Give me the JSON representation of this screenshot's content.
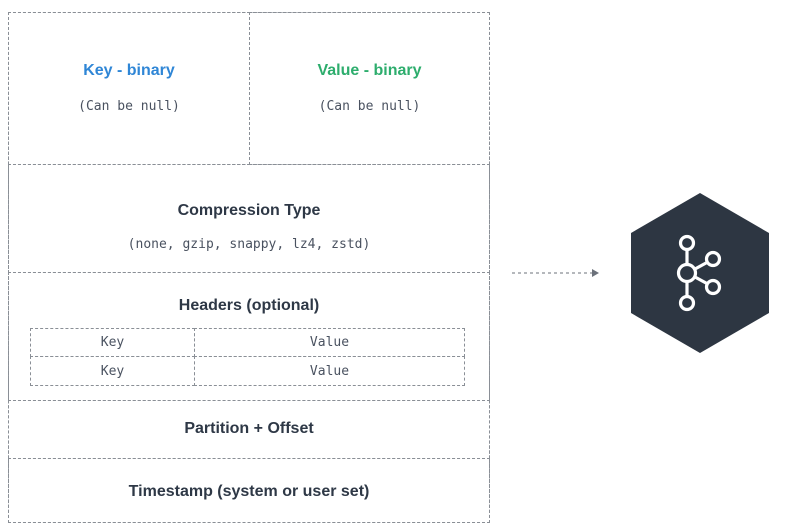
{
  "key_box": {
    "title": "Key - binary",
    "subtitle": "(Can be null)",
    "color": "#2f86d6"
  },
  "value_box": {
    "title": "Value - binary",
    "subtitle": "(Can be null)",
    "color": "#2dad6d"
  },
  "compression": {
    "title": "Compression Type",
    "subtitle": "(none, gzip, snappy, lz4, zstd)"
  },
  "headers": {
    "title": "Headers (optional)",
    "rows": [
      {
        "key": "Key",
        "value": "Value"
      },
      {
        "key": "Key",
        "value": "Value"
      }
    ]
  },
  "partition": {
    "title": "Partition + Offset"
  },
  "timestamp": {
    "title": "Timestamp (system or user set)"
  },
  "colors": {
    "hexagon": "#2d3642",
    "border": "#8a8f96",
    "text": "#2e3846"
  },
  "icons": {
    "target": "kafka-logo-icon",
    "arrow": "dashed-arrow-icon"
  }
}
